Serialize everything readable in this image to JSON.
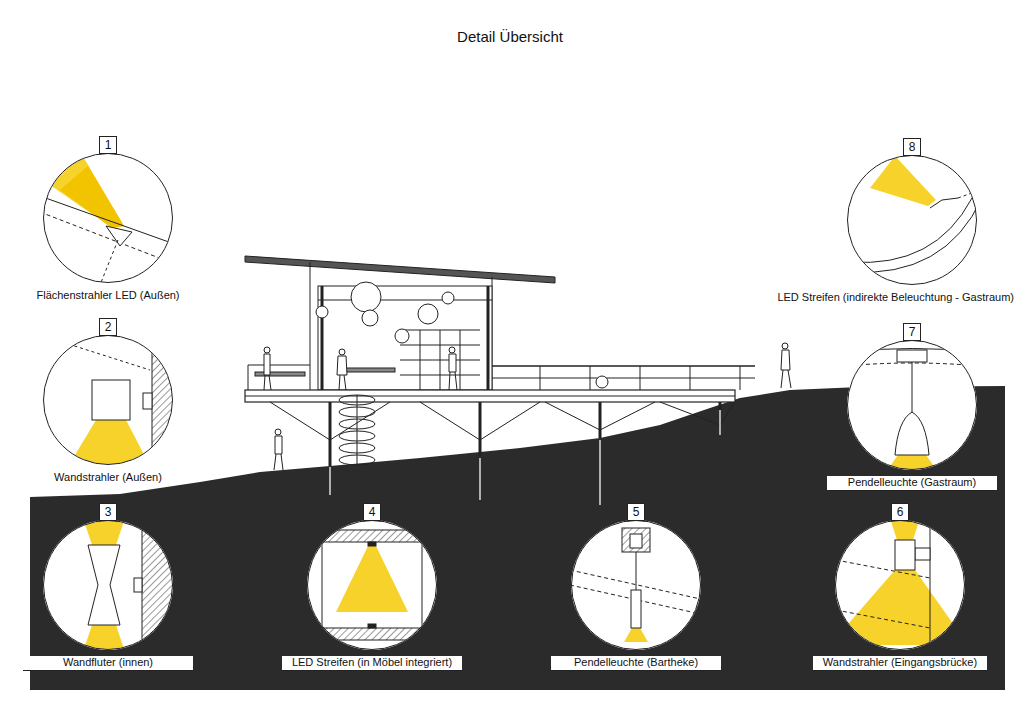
{
  "diagram": {
    "title": "Detail Übersicht",
    "nodes": [
      {
        "text": [
          "1",
          "Flächenstrahler LED (Außen)"
        ]
      },
      {
        "text": [
          "2",
          "Wandstrahler (Außen)"
        ]
      },
      {
        "text": [
          "3",
          "Wandfluter (innen)"
        ]
      },
      {
        "text": [
          "4",
          "LED Streifen (in Möbel integriert)"
        ]
      },
      {
        "text": [
          "5",
          "Pendelleuchte (Bartheke)"
        ]
      },
      {
        "text": [
          "6",
          "Wandstrahler (Eingangsbrücke)"
        ]
      },
      {
        "text": [
          "7",
          "Pendelleuchte (Gastraum)"
        ]
      },
      {
        "text": [
          "8",
          "LED Streifen (indirekte Beleuchtung - Gastraum)"
        ]
      }
    ]
  }
}
